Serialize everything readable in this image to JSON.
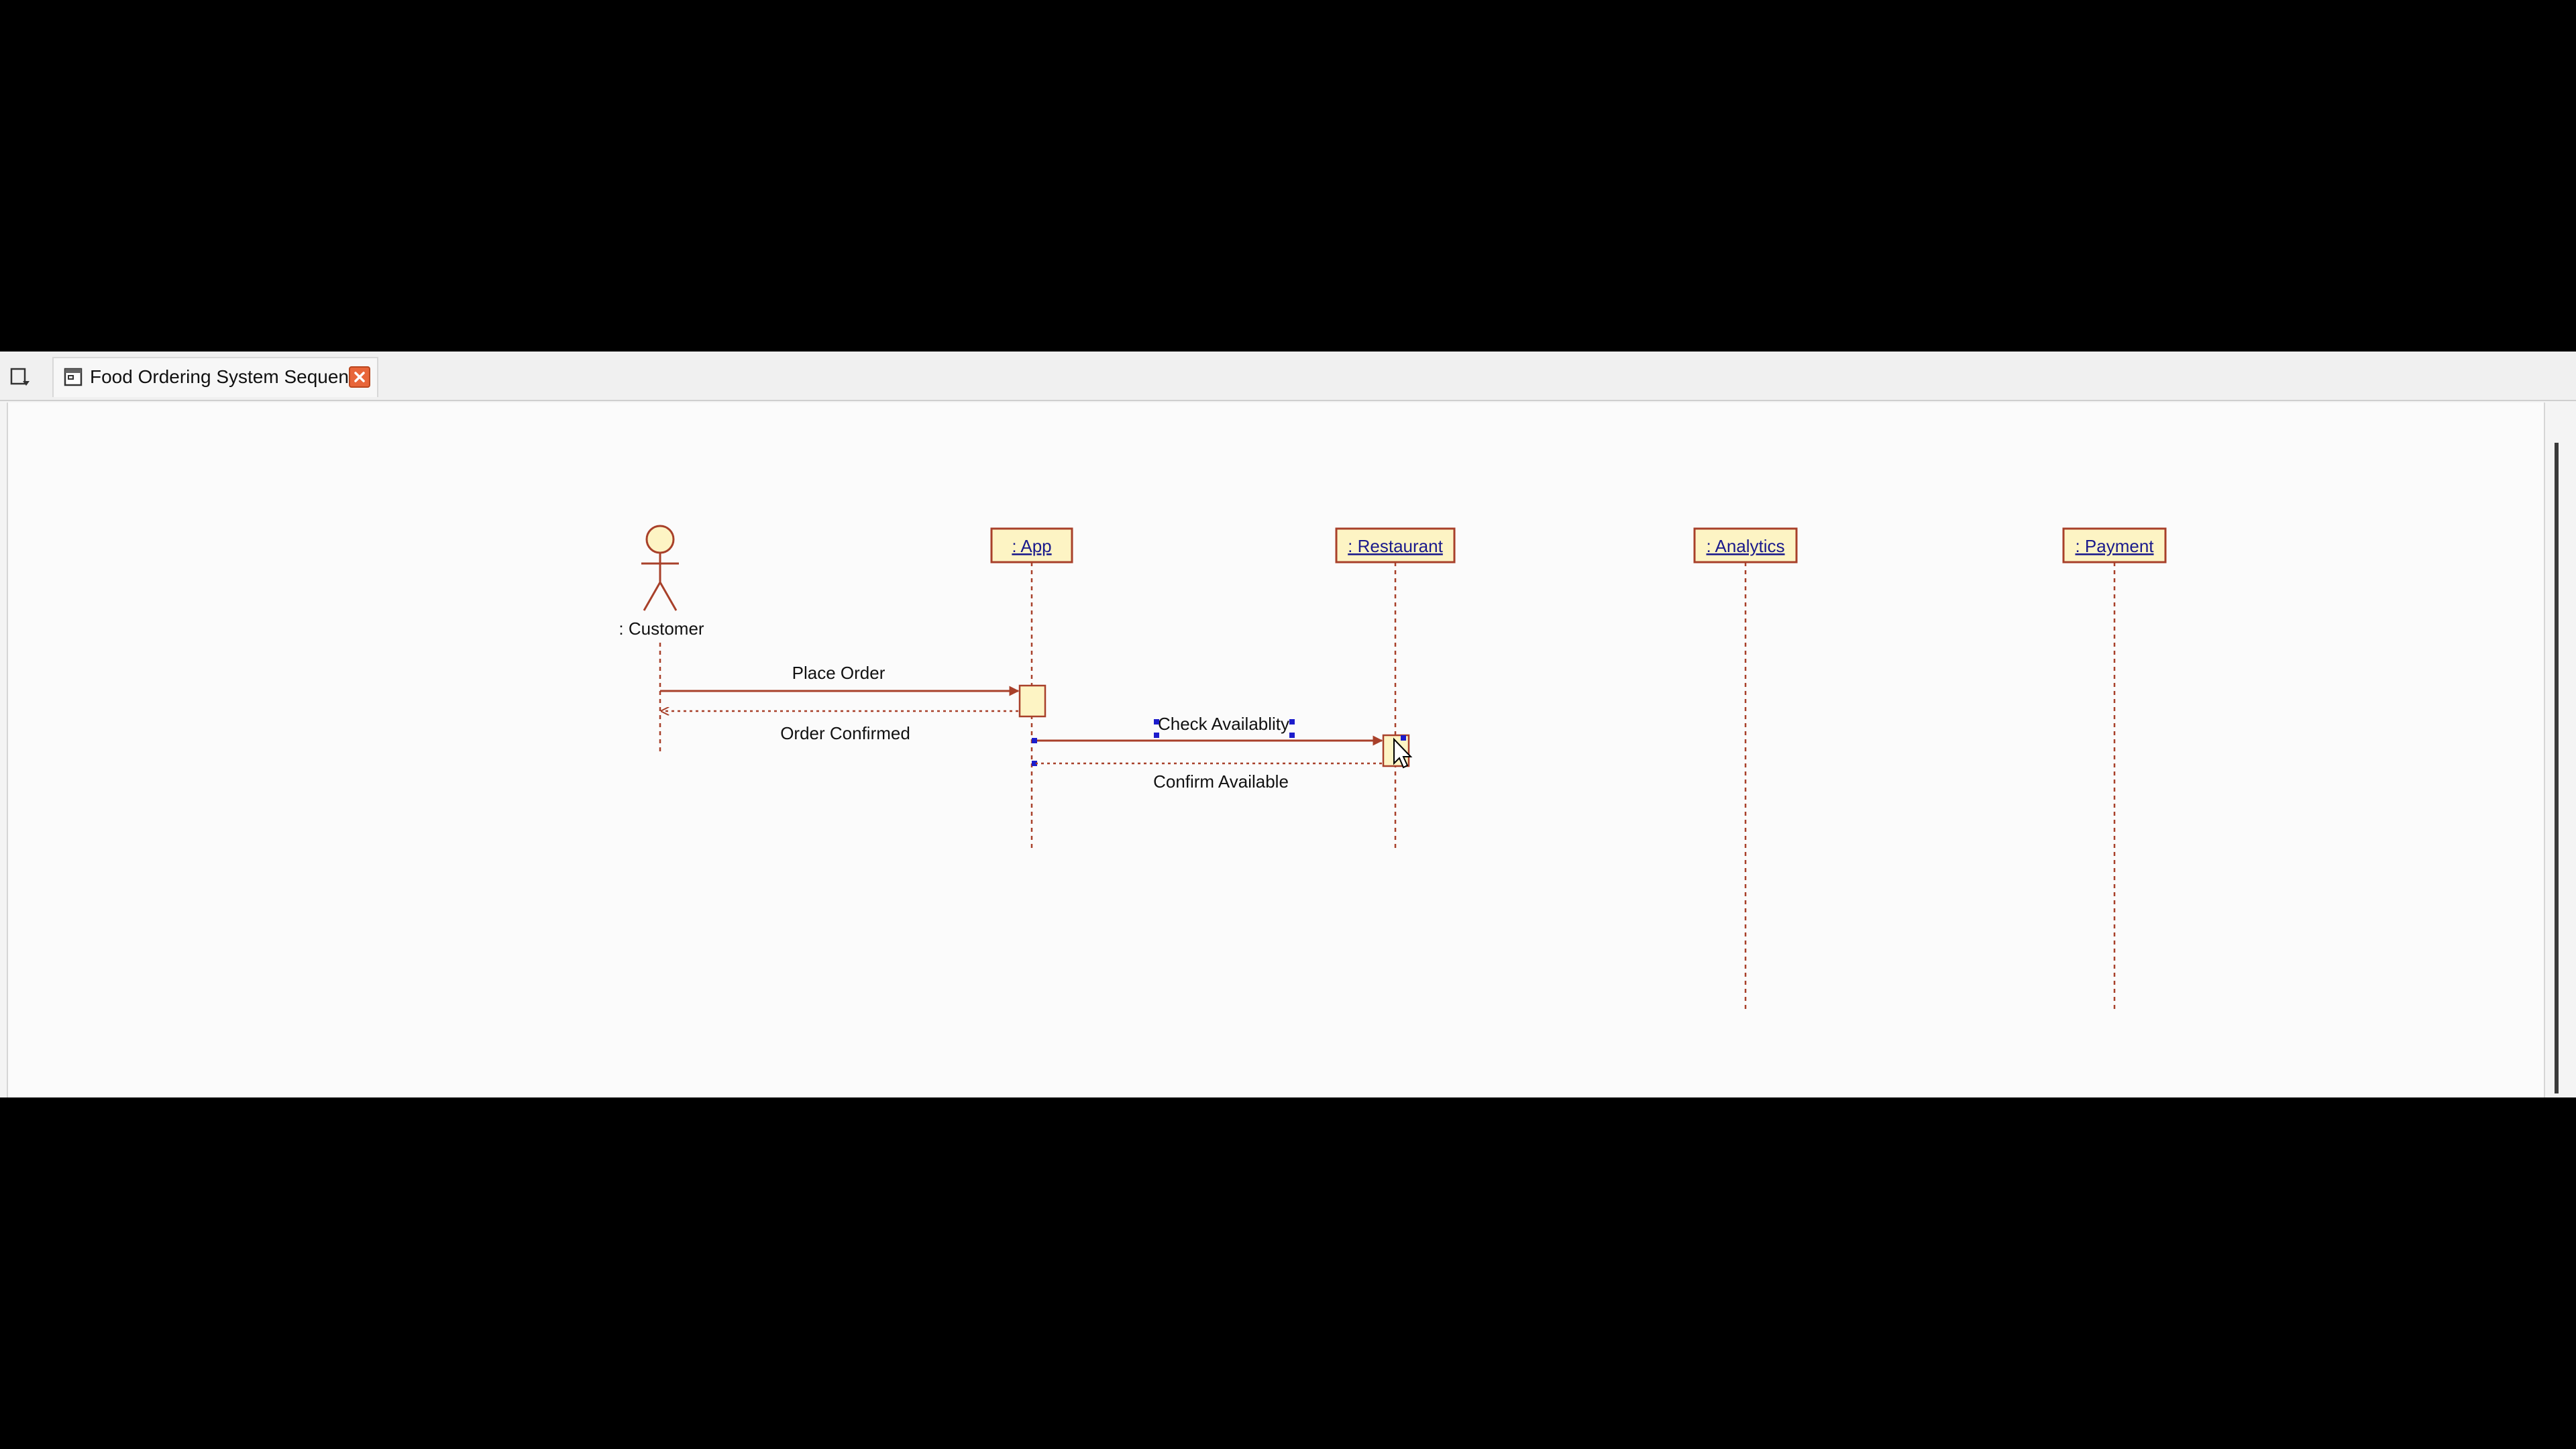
{
  "tab": {
    "title": "Food Ordering System Sequence"
  },
  "diagram": {
    "actor": ": Customer",
    "lifelines": [
      ": App",
      ": Restaurant",
      ": Analytics",
      ": Payment"
    ],
    "messages": {
      "place_order": "Place Order",
      "order_confirmed": "Order Confirmed",
      "check_availability": "Check Availablity",
      "confirm_available": "Confirm Available"
    }
  },
  "colors": {
    "lifeline_fill": "#fdf4c4",
    "lifeline_border": "#a8402a",
    "message_line": "#a8402a",
    "selection_handle": "#1c1ccc",
    "close_button": "#e8663a"
  },
  "icons": [
    "tab-menu-icon",
    "diagram-icon",
    "close-icon",
    "mouse-cursor-icon"
  ]
}
